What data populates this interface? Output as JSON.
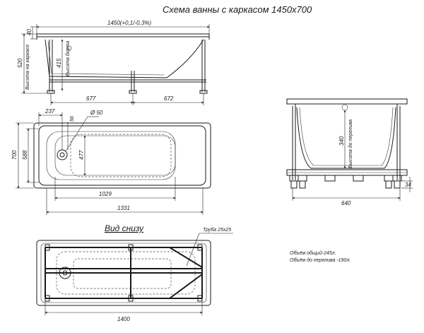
{
  "title": "Схема ванны с каркасом 1450х700",
  "side_view": {
    "length": "1450(+0,1/-0,3%)",
    "rim": "40",
    "height_frame": "520",
    "height_frame_label": "Высота на каркасе",
    "board": "415",
    "board_label": "Высота борта",
    "left_leg": "677",
    "right_leg": "672"
  },
  "top_view": {
    "d237": "237",
    "d56": "56",
    "drain": "Ø 50",
    "w700": "700",
    "w588": "588",
    "w477": "477",
    "len1029": "1029",
    "len1331": "1331"
  },
  "end_view": {
    "depth": "340",
    "depth_label": "Высота до перелива",
    "leg": "34",
    "width": "640"
  },
  "bottom_view": {
    "caption": "Вид снизу",
    "pipe": "Труба 25х25",
    "length": "1400"
  },
  "notes": {
    "volume_total": "Объём общий-245л.",
    "volume_overflow": "Объём до перелива -190л."
  }
}
